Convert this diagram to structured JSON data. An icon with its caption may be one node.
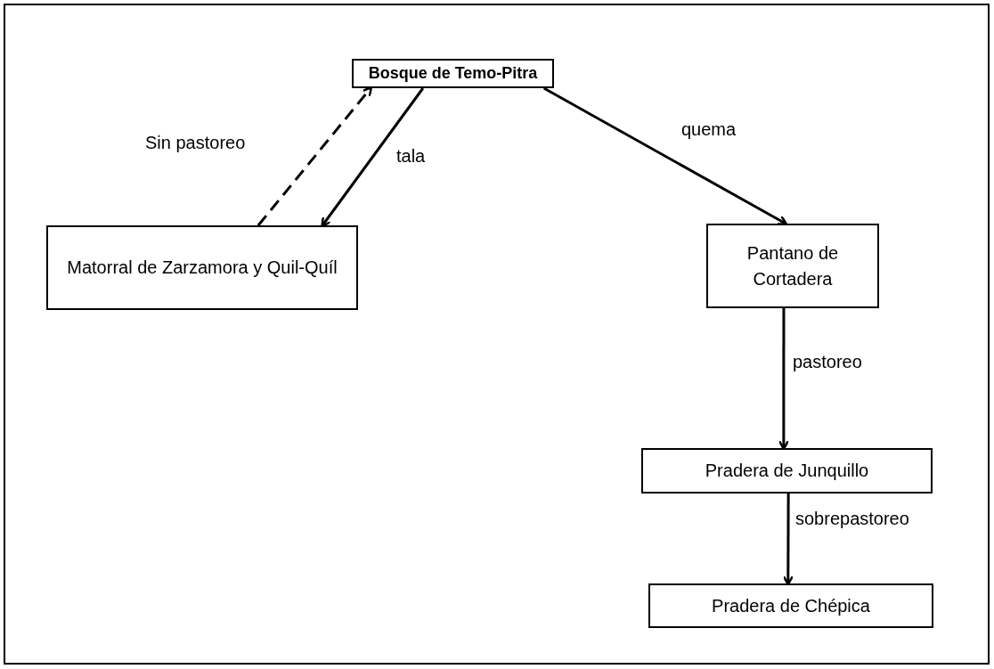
{
  "diagram": {
    "nodes": [
      {
        "text": [
          "Bosque de Temo-Pitra"
        ]
      },
      {
        "text": [
          "Matorral de Zarzamora y Quil-Quíl"
        ]
      },
      {
        "text": [
          "Pantano de Cortadera"
        ]
      },
      {
        "text": [
          "Pradera de Junquillo"
        ]
      },
      {
        "text": [
          "Pradera de Chépica"
        ]
      }
    ],
    "edges": [
      {
        "from": 0,
        "to": 1,
        "arrow": "to",
        "label": "tala"
      },
      {
        "from": 1,
        "to": 0,
        "arrow": "to",
        "label": "Sin pastoreo",
        "style": "dashed"
      },
      {
        "from": 0,
        "to": 2,
        "arrow": "to",
        "label": "quema"
      },
      {
        "from": 2,
        "to": 3,
        "arrow": "to",
        "label": "pastoreo"
      },
      {
        "from": 3,
        "to": 4,
        "arrow": "to",
        "label": "sobrepastoreo"
      }
    ]
  }
}
